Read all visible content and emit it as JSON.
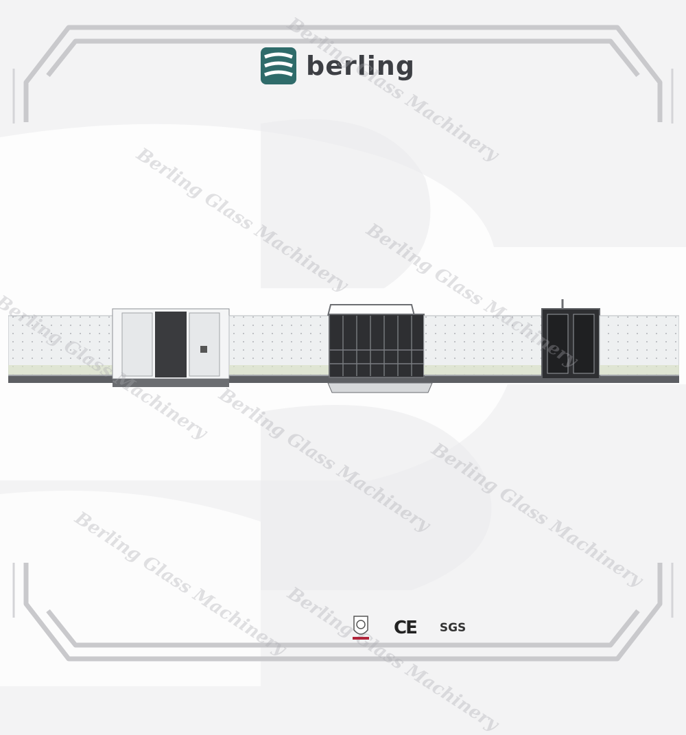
{
  "brand": {
    "name": "berling",
    "logo_icon": "berling-b-icon",
    "color": "#2f6b6a"
  },
  "watermark": {
    "text": "Berling Glass Machinery"
  },
  "product": {
    "subject": "insulating-glass-production-line"
  },
  "certifications": [
    {
      "icon": "bureau-veritas-seal-icon"
    },
    {
      "label": "CE"
    },
    {
      "label": "SGS"
    }
  ],
  "colors": {
    "frame": "#c9c9cc",
    "background": "#f3f3f4",
    "machine_dark": "#3a3b3e",
    "glass_panel": "#eef0f1"
  }
}
